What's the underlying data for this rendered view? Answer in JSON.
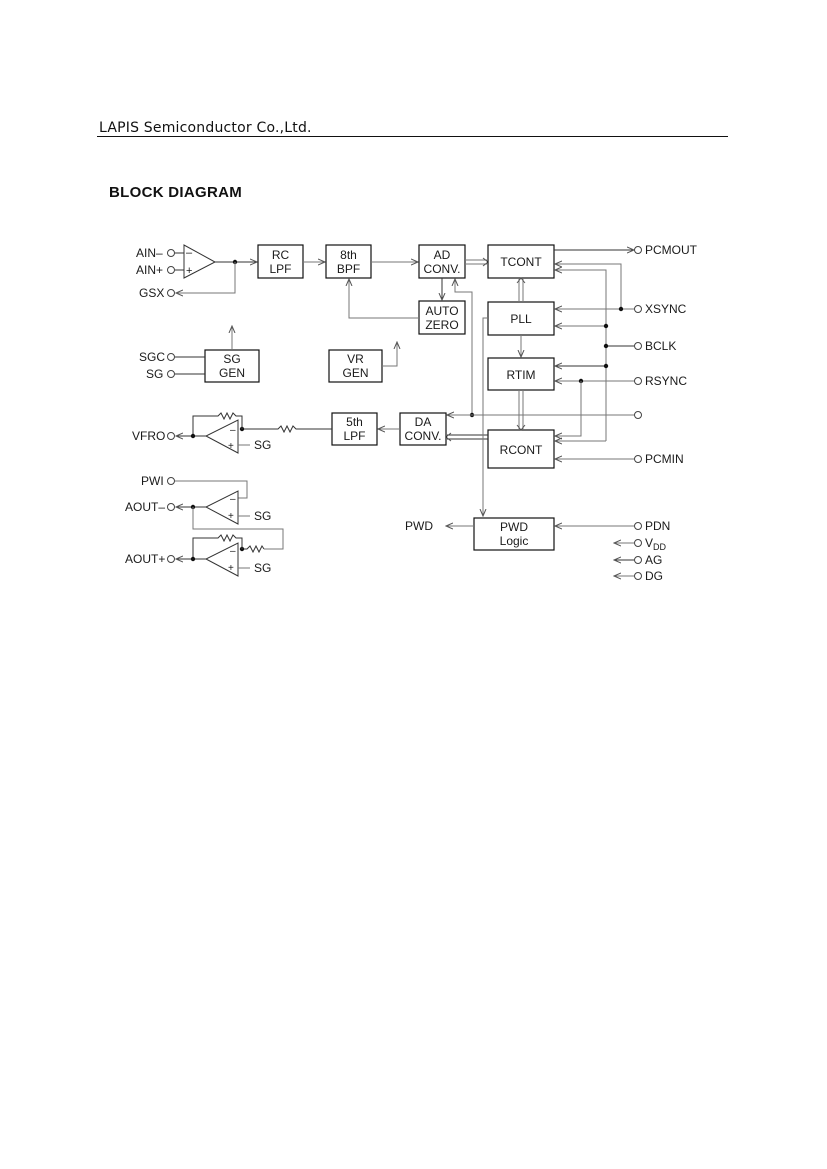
{
  "header": {
    "company": "LAPIS Semiconductor Co.,Ltd."
  },
  "section": {
    "title": "BLOCK  DIAGRAM"
  },
  "blocks": {
    "rc_lpf": [
      "RC",
      "LPF"
    ],
    "bpf8": [
      "8th",
      "BPF"
    ],
    "ad_conv": [
      "AD",
      "CONV."
    ],
    "auto_zero": [
      "AUTO",
      "ZERO"
    ],
    "tcont": [
      "TCONT"
    ],
    "pll": [
      "PLL"
    ],
    "rtim": [
      "RTIM"
    ],
    "rcont": [
      "RCONT"
    ],
    "sg_gen": [
      "SG",
      "GEN"
    ],
    "vr_gen": [
      "VR",
      "GEN"
    ],
    "lpf5": [
      "5th",
      "LPF"
    ],
    "da_conv": [
      "DA",
      "CONV."
    ],
    "pwd_logic": [
      "PWD",
      "Logic"
    ]
  },
  "pins": {
    "ain_minus": "AIN–",
    "ain_plus": "AIN+",
    "gsx": "GSX",
    "sgc": "SGC",
    "sg": "SG",
    "vfro": "VFRO",
    "pwi": "PWI",
    "aout_minus": "AOUT–",
    "aout_plus": "AOUT+",
    "pcmout": "PCMOUT",
    "xsync": "XSYNC",
    "bclk": "BCLK",
    "rsync": "RSYNC",
    "pcmin": "PCMIN",
    "pdn": "PDN",
    "vdd_main": "V",
    "vdd_sub": "DD",
    "ag": "AG",
    "dg": "DG",
    "pwd_out": "PWD"
  },
  "opamp_labels": {
    "sg_ref": "SG",
    "minus": "–",
    "plus": "+"
  }
}
